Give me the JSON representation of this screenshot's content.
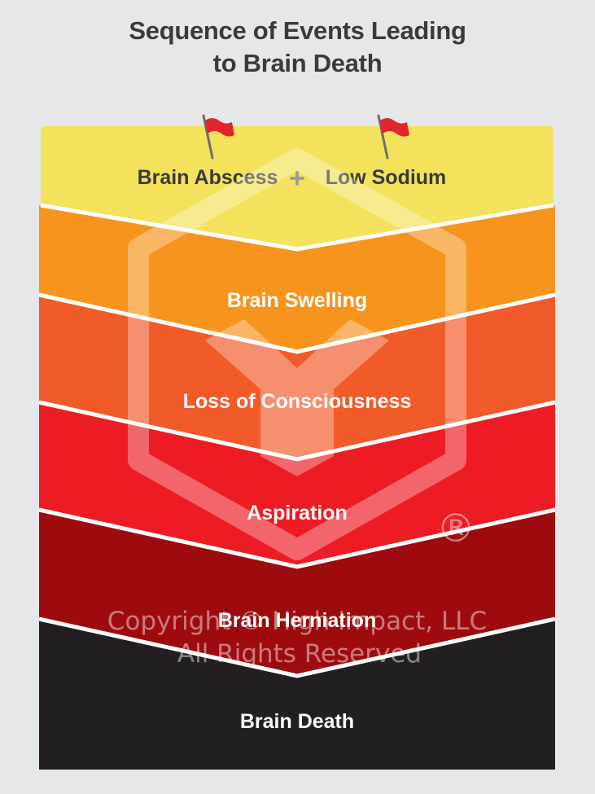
{
  "title": {
    "line1": "Sequence of Events Leading",
    "line2": "to Brain Death"
  },
  "top_box": {
    "left_label": "Brain Abscess",
    "right_label": "Low Sodium",
    "connector_symbol": "+",
    "flag_icon": "red-flag-icon"
  },
  "stages": [
    {
      "label": "Brain Swelling",
      "color": "#f7941d",
      "text_color": "#ffffff"
    },
    {
      "label": "Loss of Consciousness",
      "color": "#f15a29",
      "text_color": "#ffffff"
    },
    {
      "label": "Aspiration",
      "color": "#ed1c24",
      "text_color": "#ffffff"
    },
    {
      "label": "Brain Herniation",
      "color": "#9e0b0f",
      "text_color": "#ffffff"
    },
    {
      "label": "Brain Death",
      "color": "#231f20",
      "text_color": "#ffffff"
    }
  ],
  "colors": {
    "background": "#e6e7e8",
    "top_box": "#f4e25c",
    "title_text": "#3a3a3c",
    "flag_red": "#e3242b",
    "flag_pole": "#6d6e71"
  },
  "watermark": {
    "line1": "Copyright © High Impact, LLC",
    "line2": "All Rights Reserved",
    "registered": "®",
    "logo_icon": "hexagon-h-logo"
  }
}
